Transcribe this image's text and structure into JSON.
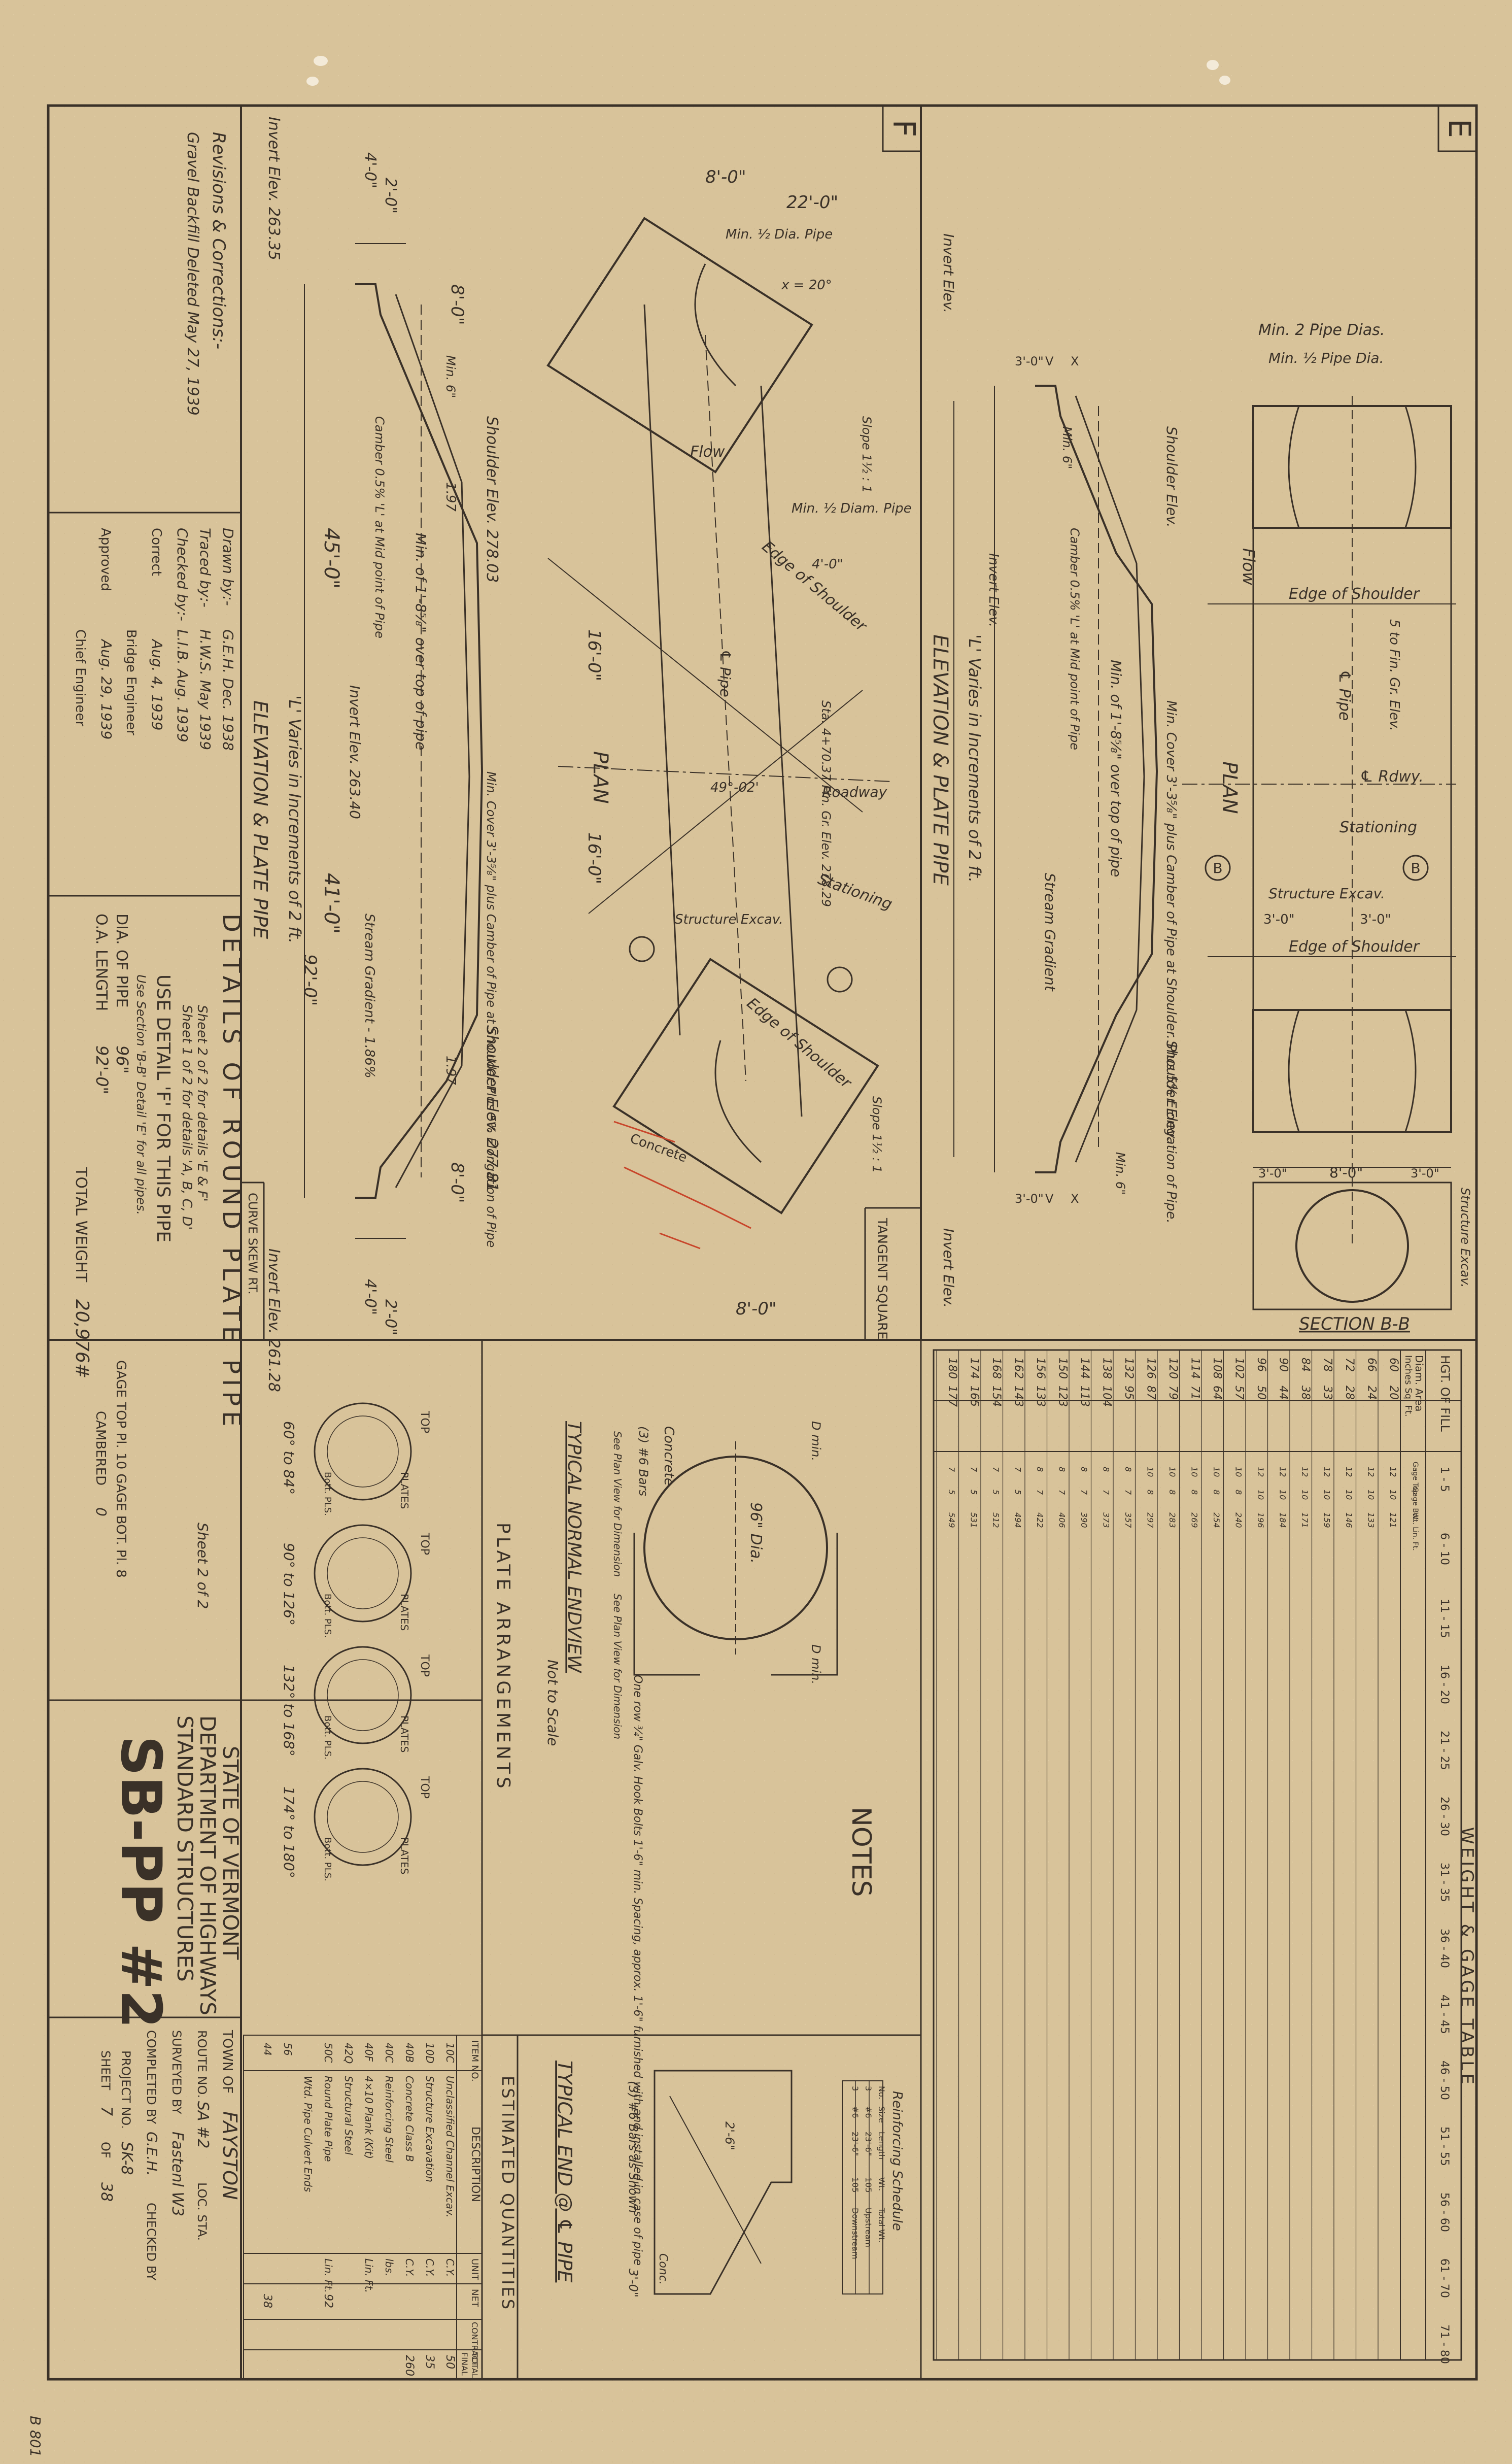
{
  "colors": {
    "paper": "#d8c39a",
    "ink": "#3a3128",
    "pencil": "#6b5d4a",
    "red": "#c8452a"
  },
  "panel_e": {
    "letter": "E",
    "min_2_pipe_dias": "Min. 2 Pipe Dias.",
    "min_half_pipe_dia": "Min. ½ Pipe Dia.",
    "flow": "Flow",
    "edge_of_shoulder": "Edge of Shoulder",
    "pipe_cl": "℄ Pipe",
    "roadway_cl": "℄ Rdwy.",
    "stationing": "Stationing",
    "plan": "PLAN",
    "min_cover_note": "Min. Cover 3'-3⅝\" plus Camber of Pipe at Shoulder. Plus 5% Elongation of Pipe.",
    "fin_gr_elev": "5 to Fin. Gr. Elev.",
    "structure_excav": "Structure Excav.",
    "dim_3_0": "3'-0\"",
    "dim_8_0": "8'-0\"",
    "section_bb": "SECTION B-B",
    "structure_excav_side": "Structure Excav.",
    "section_mark": "B",
    "elevation_title": "ELEVATION & PLATE PIPE",
    "l_varies": "'L' Varies in Increments of 2 ft.",
    "camber_note": "Camber 0.5% 'L' at Mid point of Pipe",
    "min_cover_pipe": "Min. of 1'-8⅝\" over top of pipe",
    "stream_gradient": "Stream Gradient",
    "shoulder_elev": "Shoulder Elev.",
    "invert_elev": "Invert Elev.",
    "min_6": "Min. 6\"",
    "tangent_square": "TANGENT SQUARE",
    "dim_labels": [
      "3'-0\"",
      "V",
      "X"
    ]
  },
  "panel_f": {
    "letter": "F",
    "dim_8_0": "8'-0\"",
    "dim_22_0": "22'-0\"",
    "dim_16_0": "16'-0\"",
    "min_half_dia": "Min. ½ Dia. Pipe",
    "angle_20": "x = 20°",
    "min_half_dia_pipe": "Min. ½ Diam. Pipe",
    "dim_4_0": "4'-0\"",
    "edge_of_shoulder": "Edge of Shoulder",
    "flow": "Flow",
    "pipe_cl": "℄ Pipe",
    "plan": "PLAN",
    "roadway": "Roadway",
    "stationing": "Stationing",
    "station_note": "Sta. 4+70.37 Fin. Gr. Elev. 278.29",
    "angle_49": "49°-02'",
    "structure_excav": "Structure Excav.",
    "slope": "Slope 1½ : 1",
    "concrete": "Concrete",
    "shoulder_elev_top": "Shoulder Elev. 278.03",
    "shoulder_elev_bottom": "Shoulder Elev. 277.81",
    "invert_elev_top": "Invert Elev. 263.35",
    "invert_elev_bottom": "Invert Elev. 261.28",
    "invert_elev_mid": "Invert Elev. 263.40",
    "dim_45_0": "45'-0\"",
    "dim_41_0": "41'-0\"",
    "dim_92_0": "92'-0\"",
    "h_8_0": "8'-0\"",
    "dim_2_0": "2'-0\"",
    "dim_4_0b": "4'-0\"",
    "dim_1_97": "1.97",
    "camber_note": "Camber 0.5% 'L' at Mid point of Pipe",
    "min_cover": "Min. of 1'-8⅝\" over top of pipe",
    "min_cover_plus": "Min. Cover 3'-3⅝\" plus Camber of Pipe at Shoulder Plus 5% Elongation of Pipe",
    "stream_gradient": "Stream Gradient - 1.86%",
    "l_varies": "'L' Varies in Increments of 2 ft.",
    "elevation_title": "ELEVATION & PLATE PIPE",
    "curve_skew": "CURVE SKEW RT.",
    "min_6": "Min. 6\""
  },
  "title_block": {
    "revisions_title": "Revisions & Corrections:-",
    "revisions_note": "Gravel Backfill Deleted May 27, 1939",
    "drawn_by_label": "Drawn by:-",
    "drawn_by_value": "G.E.H. Dec. 1938",
    "traced_by_label": "Traced by:-",
    "traced_by_value": "H.W.S. May 1939",
    "checked_by_label": "Checked by:-",
    "checked_by_value": "L.I.B. Aug. 1939",
    "correct_label": "Correct",
    "correct_value": "Aug. 4, 1939",
    "bridge_engineer": "Bridge Engineer",
    "approved_label": "Approved",
    "approved_value": "Aug. 29, 1939",
    "chief_engineer": "Chief Engineer",
    "details_title": "DETAILS OF ROUND PLATE PIPE",
    "sheet_note_1": "Sheet 2 of 2 for details 'E & F'",
    "sheet_note_2": "Sheet 1 of 2 for details 'A, B, C, D'",
    "sheet_ref": "Sheet 2 of 2",
    "use_detail": "USE DETAIL 'F' FOR THIS PIPE",
    "use_section_note": "Use Section 'B-B' Detail 'E' for all pipes.",
    "dia_of_pipe_label": "DIA. OF PIPE",
    "dia_of_pipe_value": "96\"",
    "oa_length_label": "O.A. LENGTH",
    "oa_length_value": "92'-0\"",
    "gage_label": "GAGE TOP Pl. 10 GAGE BOT. Pl. 8",
    "cambered_label": "CAMBERED",
    "cambered_value": "0",
    "total_weight_label": "TOTAL WEIGHT",
    "total_weight_value": "20,976#"
  },
  "plate_arrangements": {
    "title": "PLATE ARRANGEMENTS",
    "top": "TOP",
    "plates": "PLATES",
    "bottom_plates": "Bott. PLS.",
    "ranges": [
      "60° to 84°",
      "90° to 126°",
      "132° to 168°",
      "174° to 180°"
    ]
  },
  "normal_endview": {
    "title": "TYPICAL NORMAL ENDVIEW",
    "not_to_scale": "Not to Scale",
    "dia_label": "96\" Dia.",
    "concrete": "Concrete",
    "bars": "(3) #6 Bars",
    "see_plan_1": "See Plan View for Dimension",
    "see_plan_2": "See Plan View for Dimension",
    "bolts_note": "One row ¾\" Galv. Hook Bolts 1'-6\" min. Spacing, approx. 1'-6\" furnished with and installed in case of pipe",
    "d_min": "D min."
  },
  "notes": {
    "title": "NOTES"
  },
  "typical_end": {
    "title": "TYPICAL END @ ℄ PIPE",
    "bars_note": "(3) #6 Bars as Shown",
    "schedule_title": "Reinforcing Schedule",
    "schedule_headers": [
      "No.",
      "Size",
      "Length",
      "Wt.",
      "Total Wt."
    ],
    "schedule_rows": [
      [
        "3",
        "#6",
        "23'-6\"",
        "105",
        "Upstream"
      ],
      [
        "3",
        "#6",
        "23'-6\"",
        "105",
        "Downstream"
      ]
    ],
    "dim_3_0": "3'-0\"",
    "dim_2_6": "2'-6\"",
    "conc": "Conc."
  },
  "estimated_quantities": {
    "title": "ESTIMATED QUANTITIES",
    "headers": [
      "ITEM NO.",
      "DESCRIPTION",
      "UNIT",
      "NET",
      "CONTRACT",
      "TOTAL",
      "FINAL"
    ],
    "rows": [
      [
        "10C",
        "Unclassified Channel Excav.",
        "C.Y.",
        "50",
        "",
        "",
        ""
      ],
      [
        "10D",
        "Structure Excavation",
        "C.Y.",
        "35",
        "",
        "",
        ""
      ],
      [
        "40B",
        "Concrete Class B",
        "C.Y.",
        "260",
        "",
        "",
        ""
      ],
      [
        "40C",
        "Reinforcing Steel",
        "lbs.",
        "",
        "",
        "",
        ""
      ],
      [
        "40F",
        "4×10 Plank (Kit)",
        "Lin. Ft.",
        "",
        "",
        "",
        ""
      ],
      [
        "42Q",
        "Structural Steel",
        "",
        "",
        "",
        "",
        ""
      ],
      [
        "50C",
        "Round Plate Pipe",
        "Lin. Ft.",
        "92",
        "",
        "",
        ""
      ],
      [
        "",
        "Wtd. Pipe Culvert Ends",
        "",
        "",
        "",
        "",
        ""
      ]
    ],
    "item_56": "56",
    "item_44": "44",
    "item_38": "38"
  },
  "weight_table": {
    "title": "WEIGHT & GAGE TABLE",
    "fill_label": "HGT. OF FILL",
    "fill_ranges": [
      "1 - 5",
      "6 - 10",
      "11 - 15",
      "16 - 20",
      "21 - 25",
      "26 - 30",
      "31 - 35",
      "36 - 40",
      "41 - 45",
      "46 - 50",
      "51 - 55",
      "56 - 60",
      "61 - 70",
      "71 - 80"
    ],
    "diam_label": "Diam. Area",
    "inches_label": "Inches Sq. Ft.",
    "sub_headers": [
      "Gage Top",
      "Gage Bot.",
      "Wt. Lin. Ft."
    ],
    "rows": [
      [
        "60",
        "20",
        "12",
        "10",
        "121"
      ],
      [
        "66",
        "24",
        "12",
        "10",
        "133"
      ],
      [
        "72",
        "28",
        "12",
        "10",
        "146"
      ],
      [
        "78",
        "33",
        "12",
        "10",
        "159"
      ],
      [
        "84",
        "38",
        "12",
        "10",
        "171"
      ],
      [
        "90",
        "44",
        "12",
        "10",
        "184"
      ],
      [
        "96",
        "50",
        "12",
        "10",
        "196"
      ],
      [
        "102",
        "57",
        "10",
        "8",
        "240"
      ],
      [
        "108",
        "64",
        "10",
        "8",
        "254"
      ],
      [
        "114",
        "71",
        "10",
        "8",
        "269"
      ],
      [
        "120",
        "79",
        "10",
        "8",
        "283"
      ],
      [
        "126",
        "87",
        "10",
        "8",
        "297"
      ],
      [
        "132",
        "95",
        "8",
        "7",
        "357"
      ],
      [
        "138",
        "104",
        "8",
        "7",
        "373"
      ],
      [
        "144",
        "113",
        "8",
        "7",
        "390"
      ],
      [
        "150",
        "123",
        "8",
        "7",
        "406"
      ],
      [
        "156",
        "133",
        "8",
        "7",
        "422"
      ],
      [
        "162",
        "143",
        "7",
        "5",
        "494"
      ],
      [
        "168",
        "154",
        "7",
        "5",
        "512"
      ],
      [
        "174",
        "165",
        "7",
        "5",
        "531"
      ],
      [
        "180",
        "177",
        "7",
        "5",
        "549"
      ]
    ]
  },
  "state_block": {
    "state": "STATE OF VERMONT",
    "dept": "DEPARTMENT OF HIGHWAYS",
    "standard": "STANDARD STRUCTURES",
    "sheet_code": "SB-PP #2",
    "town_label": "TOWN OF",
    "town_value": "FAYSTON",
    "route_label": "ROUTE NO.",
    "route_value": "SA #2",
    "loc_sta_label": "LOC. STA.",
    "surveyed_label": "SURVEYED BY",
    "surveyed_value": "Fastenl W3",
    "completed_label": "COMPLETED BY",
    "completed_value": "G.E.H.",
    "checked_label": "CHECKED BY",
    "project_label": "PROJECT NO.",
    "project_value": "SK-8",
    "sheet_label": "SHEET",
    "sheet_value": "7",
    "of_label": "OF",
    "of_value": "38"
  },
  "corner_mark": "B 801"
}
